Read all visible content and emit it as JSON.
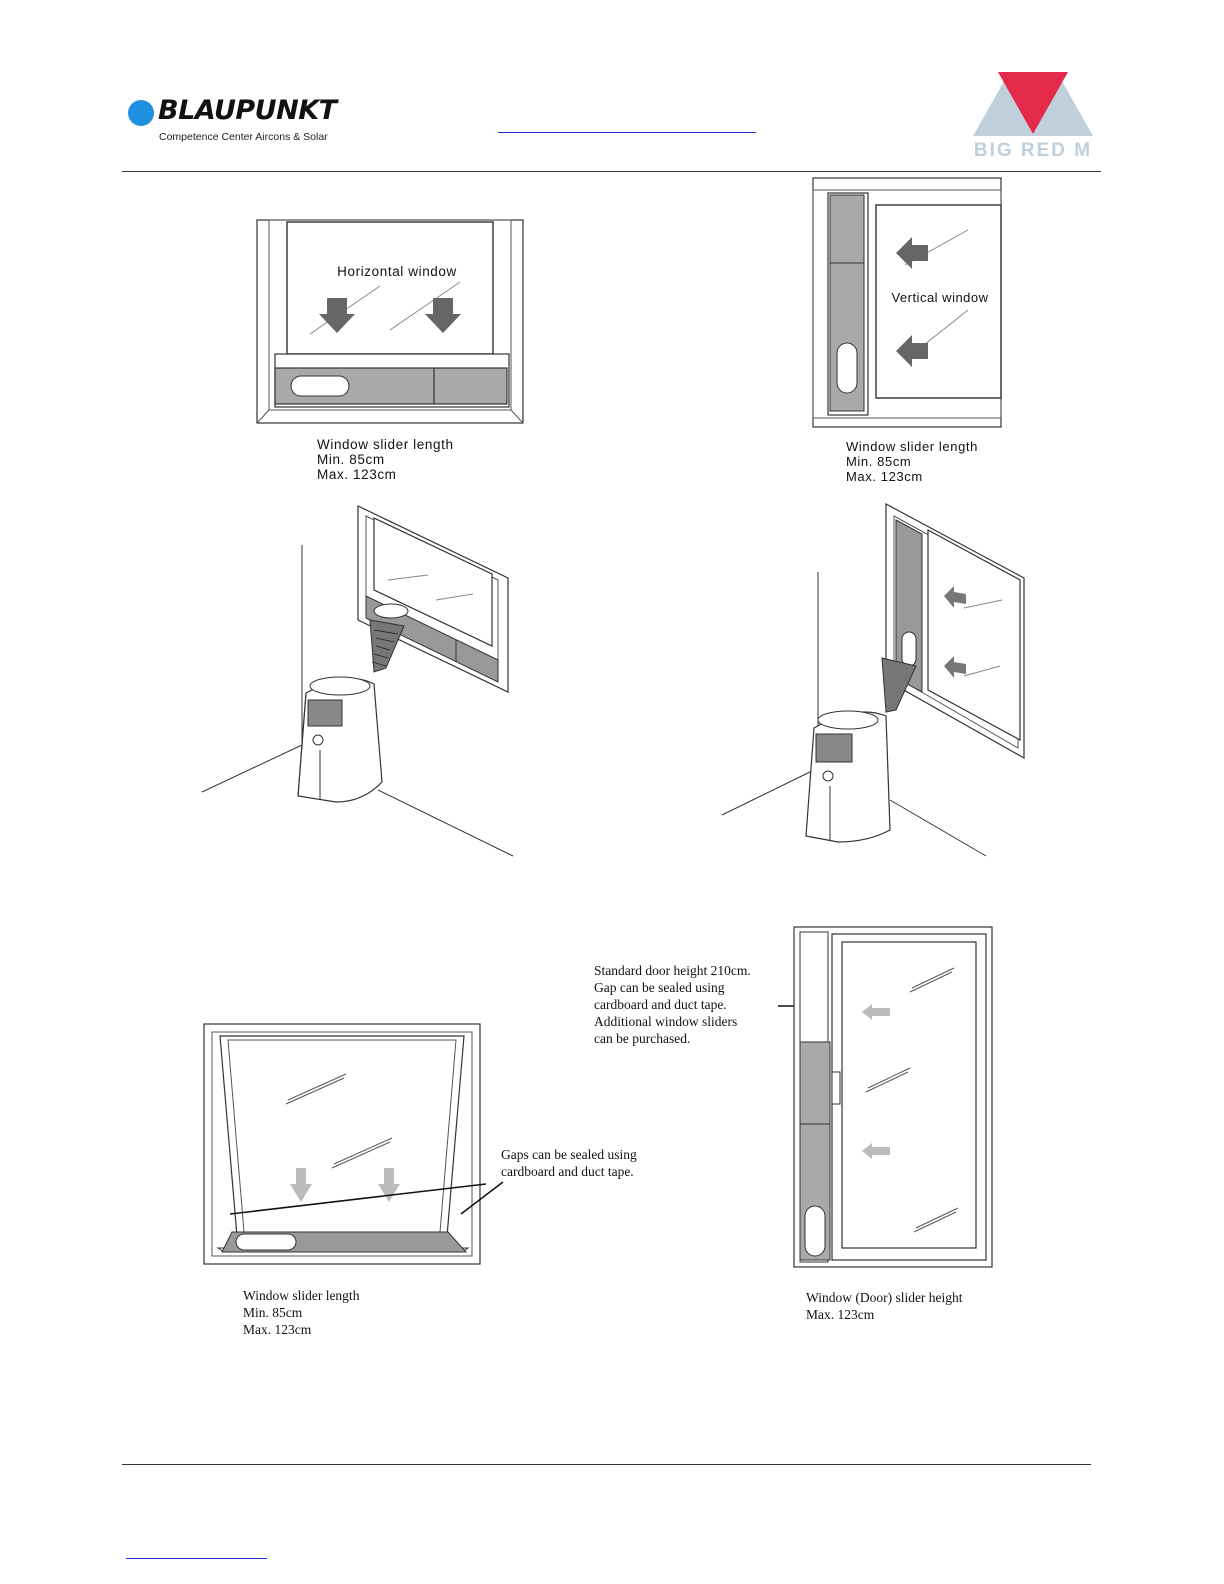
{
  "header": {
    "brand_name": "BLAUPUNKT",
    "brand_tagline": "Competence Center Aircons & Solar",
    "partner_logo_text": "BIG RED M"
  },
  "figures": {
    "horizontal": {
      "label": "Horizontal window",
      "caption": [
        "Window slider length",
        "Min.  85cm",
        "Max. 123cm"
      ]
    },
    "vertical": {
      "label": "Vertical window",
      "caption": [
        "Window slider length",
        "Min.  85cm",
        "Max. 123cm"
      ]
    },
    "trapezoid": {
      "caption": [
        "Window slider length",
        "Min.   85cm",
        "Max.  123cm"
      ],
      "gap_note": [
        "Gaps can be sealed using",
        "cardboard and duct tape."
      ]
    },
    "door": {
      "note": [
        "Standard door height 210cm.",
        "Gap can be sealed using",
        "cardboard and duct tape.",
        "Additional window sliders",
        "can be purchased."
      ],
      "caption": [
        "Window (Door) slider height",
        "Max.  123cm"
      ]
    }
  },
  "colors": {
    "brand_blue": "#1f8fe0",
    "partner_red": "#e32a4a",
    "partner_gray": "#bfd0dc",
    "link_blue": "#1a33cc",
    "slider_gray": "#a9a9a9"
  }
}
